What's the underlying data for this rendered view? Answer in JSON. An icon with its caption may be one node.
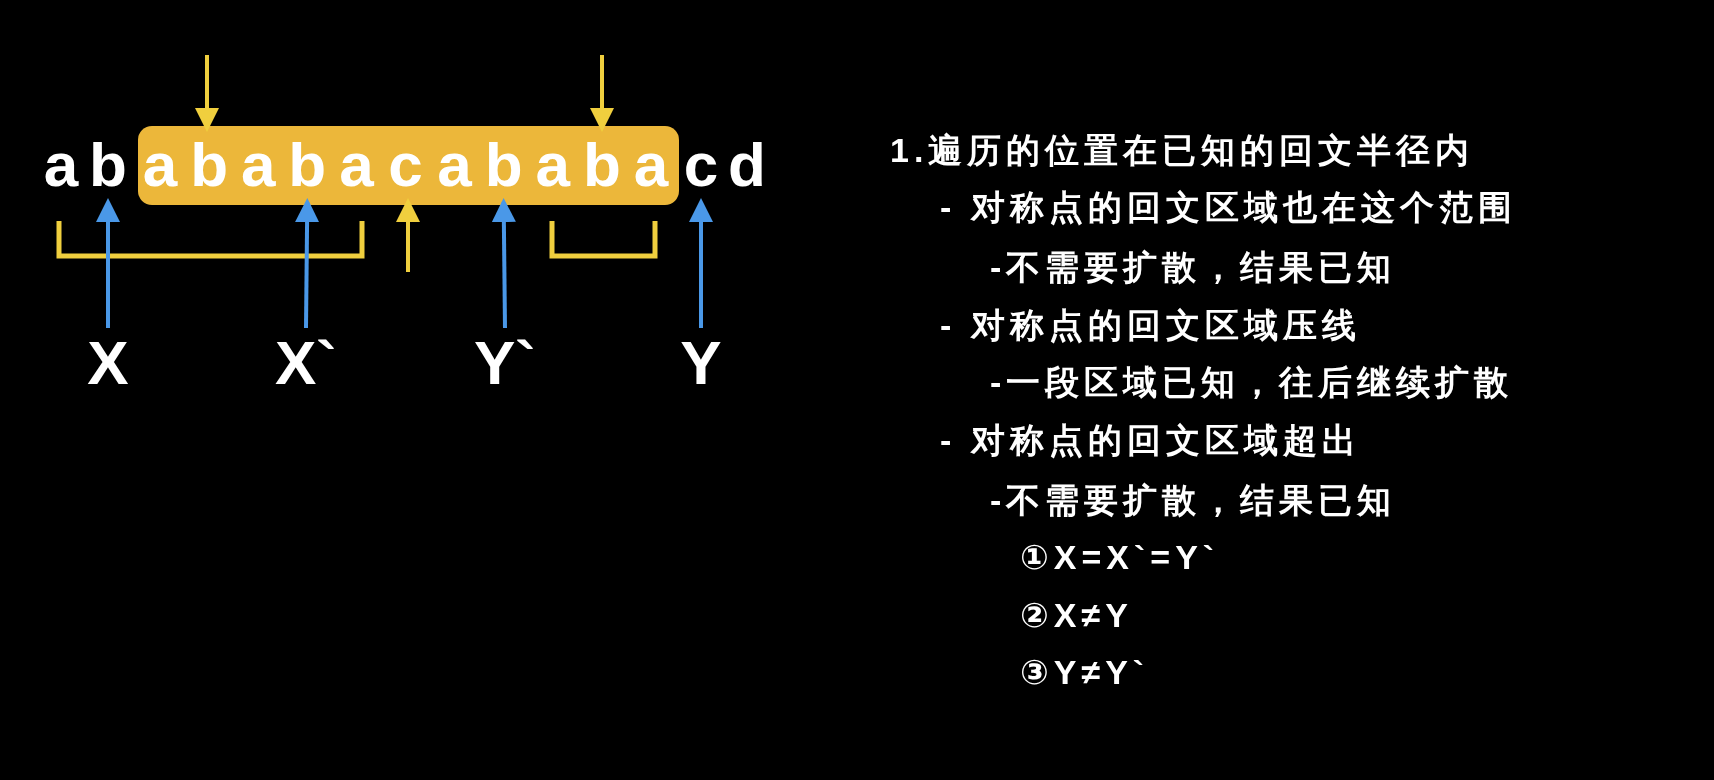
{
  "diagram": {
    "nodes": [
      {
        "text": [
          "a"
        ]
      },
      {
        "text": [
          "b"
        ]
      },
      {
        "text": [],
        "shape": "box"
      },
      {
        "text": [
          "a"
        ],
        "in": 2
      },
      {
        "text": [
          "b"
        ],
        "in": 2
      },
      {
        "text": [
          "a"
        ],
        "in": 2
      },
      {
        "text": [
          "b"
        ],
        "in": 2
      },
      {
        "text": [
          "a"
        ],
        "in": 2
      },
      {
        "text": [
          "c"
        ],
        "in": 2
      },
      {
        "text": [
          "a"
        ],
        "in": 2
      },
      {
        "text": [
          "b"
        ],
        "in": 2
      },
      {
        "text": [
          "a"
        ],
        "in": 2
      },
      {
        "text": [
          "b"
        ],
        "in": 2
      },
      {
        "text": [
          "a"
        ],
        "in": 2
      },
      {
        "text": [
          "c"
        ]
      },
      {
        "text": [
          "d"
        ]
      },
      {
        "text": [
          "X"
        ]
      },
      {
        "text": [
          "X`"
        ]
      },
      {
        "text": [
          "Y`"
        ]
      },
      {
        "text": [
          "Y"
        ]
      }
    ],
    "edges": [
      {
        "from": null,
        "to": 4,
        "arrow": "to",
        "color": "#f0cf3e"
      },
      {
        "from": null,
        "to": 12,
        "arrow": "to",
        "color": "#f0cf3e"
      },
      {
        "from": 16,
        "to": 1,
        "arrow": "to"
      },
      {
        "from": 17,
        "to": 6,
        "arrow": "to"
      },
      {
        "from": null,
        "to": 8,
        "arrow": "to",
        "color": "#f0cf3e"
      },
      {
        "from": 18,
        "to": 10,
        "arrow": "to"
      },
      {
        "from": 19,
        "to": 14,
        "arrow": "to"
      }
    ],
    "labels": [
      "1.遍历的位置在已知的回文半径内",
      "- 对称点的回文区域也在这个范围",
      "-不需要扩散，结果已知",
      "- 对称点的回文区域压线",
      "-一段区域已知，往后继续扩散",
      "- 对称点的回文区域超出",
      "-不需要扩散，结果已知",
      "①X=X`=Y`",
      "②X≠Y",
      "③Y≠Y`"
    ]
  }
}
